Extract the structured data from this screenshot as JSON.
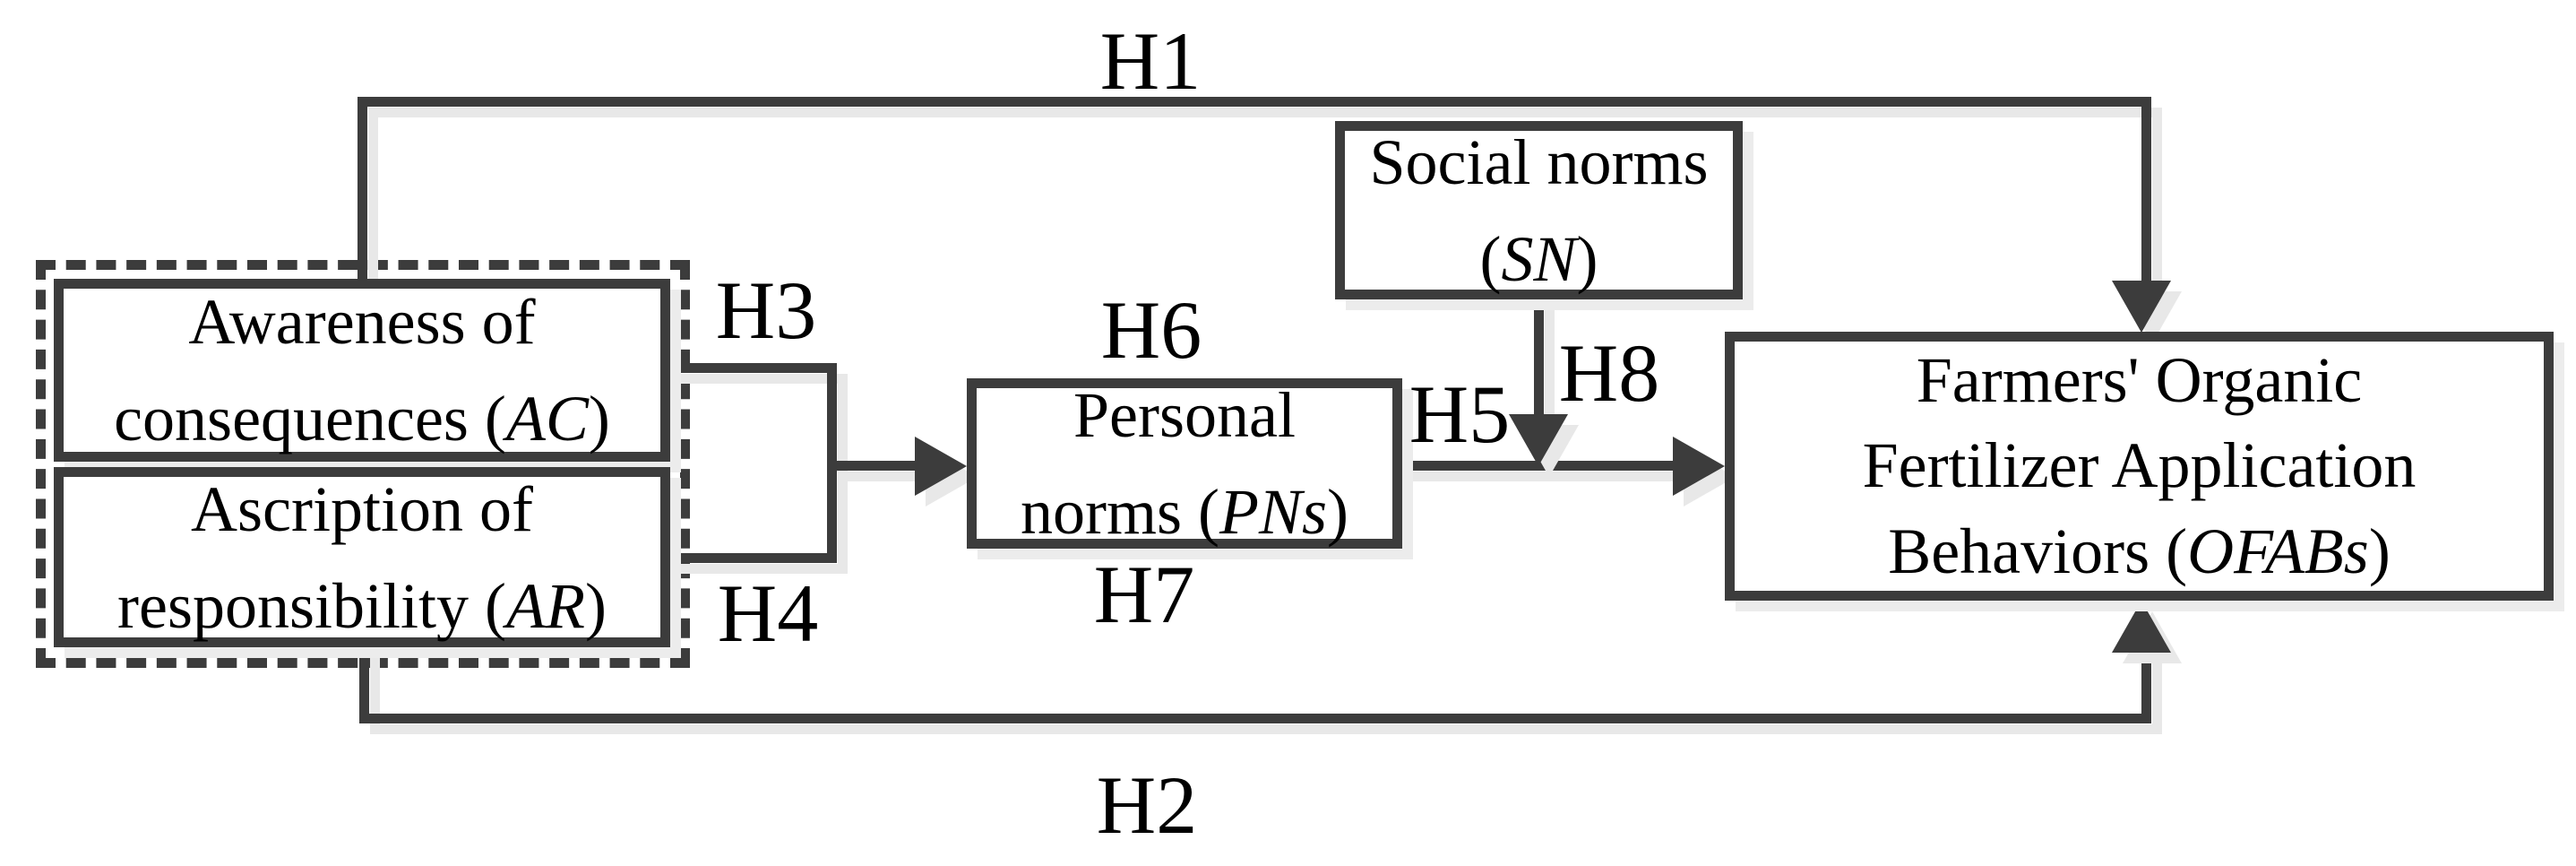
{
  "figure": {
    "description": "Conceptual hypothesis model linking norm constructs to farmers' organic fertilizer application behaviors"
  },
  "boxes": {
    "ac": {
      "line1": "Awareness of",
      "line2_pre": "consequences (",
      "abbr": "AC",
      "line2_post": ")"
    },
    "ar": {
      "line1": "Ascription of",
      "line2_pre": "responsibility (",
      "abbr": "AR",
      "line2_post": ")"
    },
    "pns": {
      "line1": "Personal",
      "line2_pre": "norms (",
      "abbr": "PNs",
      "line2_post": ")"
    },
    "sn": {
      "line1": "Social norms",
      "line2_pre": "(",
      "abbr": "SN",
      "line2_post": ")"
    },
    "ofabs": {
      "line1": "Farmers' Organic",
      "line2": "Fertilizer Application",
      "line3_pre": "Behaviors (",
      "abbr": "OFABs",
      "line3_post": ")"
    }
  },
  "labels": {
    "h1": "H1",
    "h2": "H2",
    "h3": "H3",
    "h4": "H4",
    "h5": "H5",
    "h6": "H6",
    "h7": "H7",
    "h8": "H8"
  },
  "colors": {
    "line": "#3c3c3c",
    "line_shadow": "#e8e8e8",
    "box_border": "#3c3c3c",
    "box_fill": "#ffffff",
    "text": "#000000",
    "background": "#ffffff"
  }
}
